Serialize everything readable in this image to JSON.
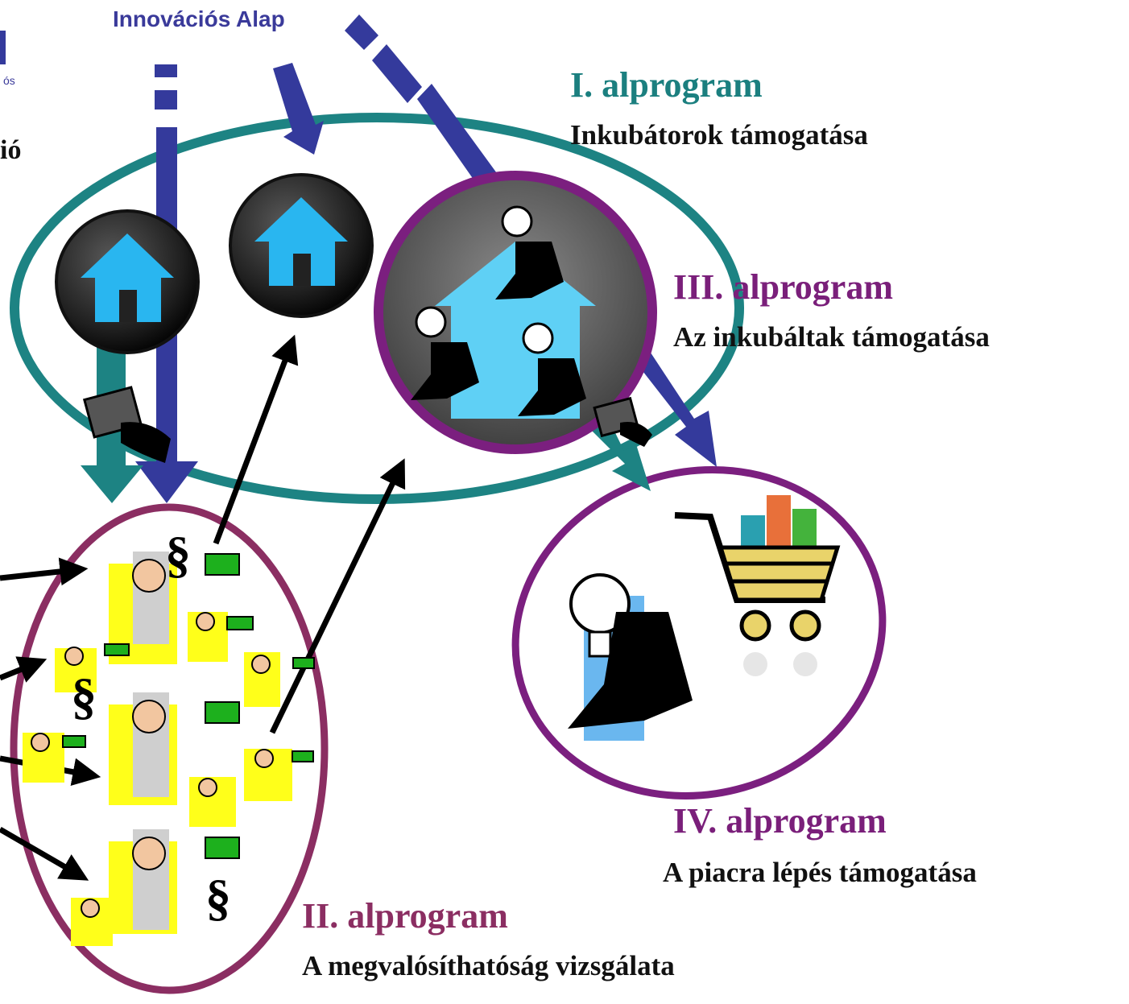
{
  "fund_label": "Innovációs Alap",
  "left_fragment": "ió",
  "logo_fragment": "ós",
  "section_symbol": "§",
  "programs": [
    {
      "title": "I. alprogram",
      "subtitle": "Inkubátorok támogatása",
      "color": "#1b7f7f"
    },
    {
      "title": "II. alprogram",
      "subtitle": "A megvalósíthatóság vizsgálata",
      "color": "#8b2e62"
    },
    {
      "title": "III. alprogram",
      "subtitle": "Az inkubáltak támogatása",
      "color": "#7a1f7a"
    },
    {
      "title": "IV. alprogram",
      "subtitle": "A piacra lépés támogatása",
      "color": "#7a1f7a"
    }
  ],
  "colors": {
    "fund_arrow": "#343a9c",
    "teal": "#1d8383",
    "purple": "#7b1f7f",
    "maroon": "#8b2e62",
    "house_blue": "#29b6f0",
    "cart_yellow": "#e9d36a"
  }
}
